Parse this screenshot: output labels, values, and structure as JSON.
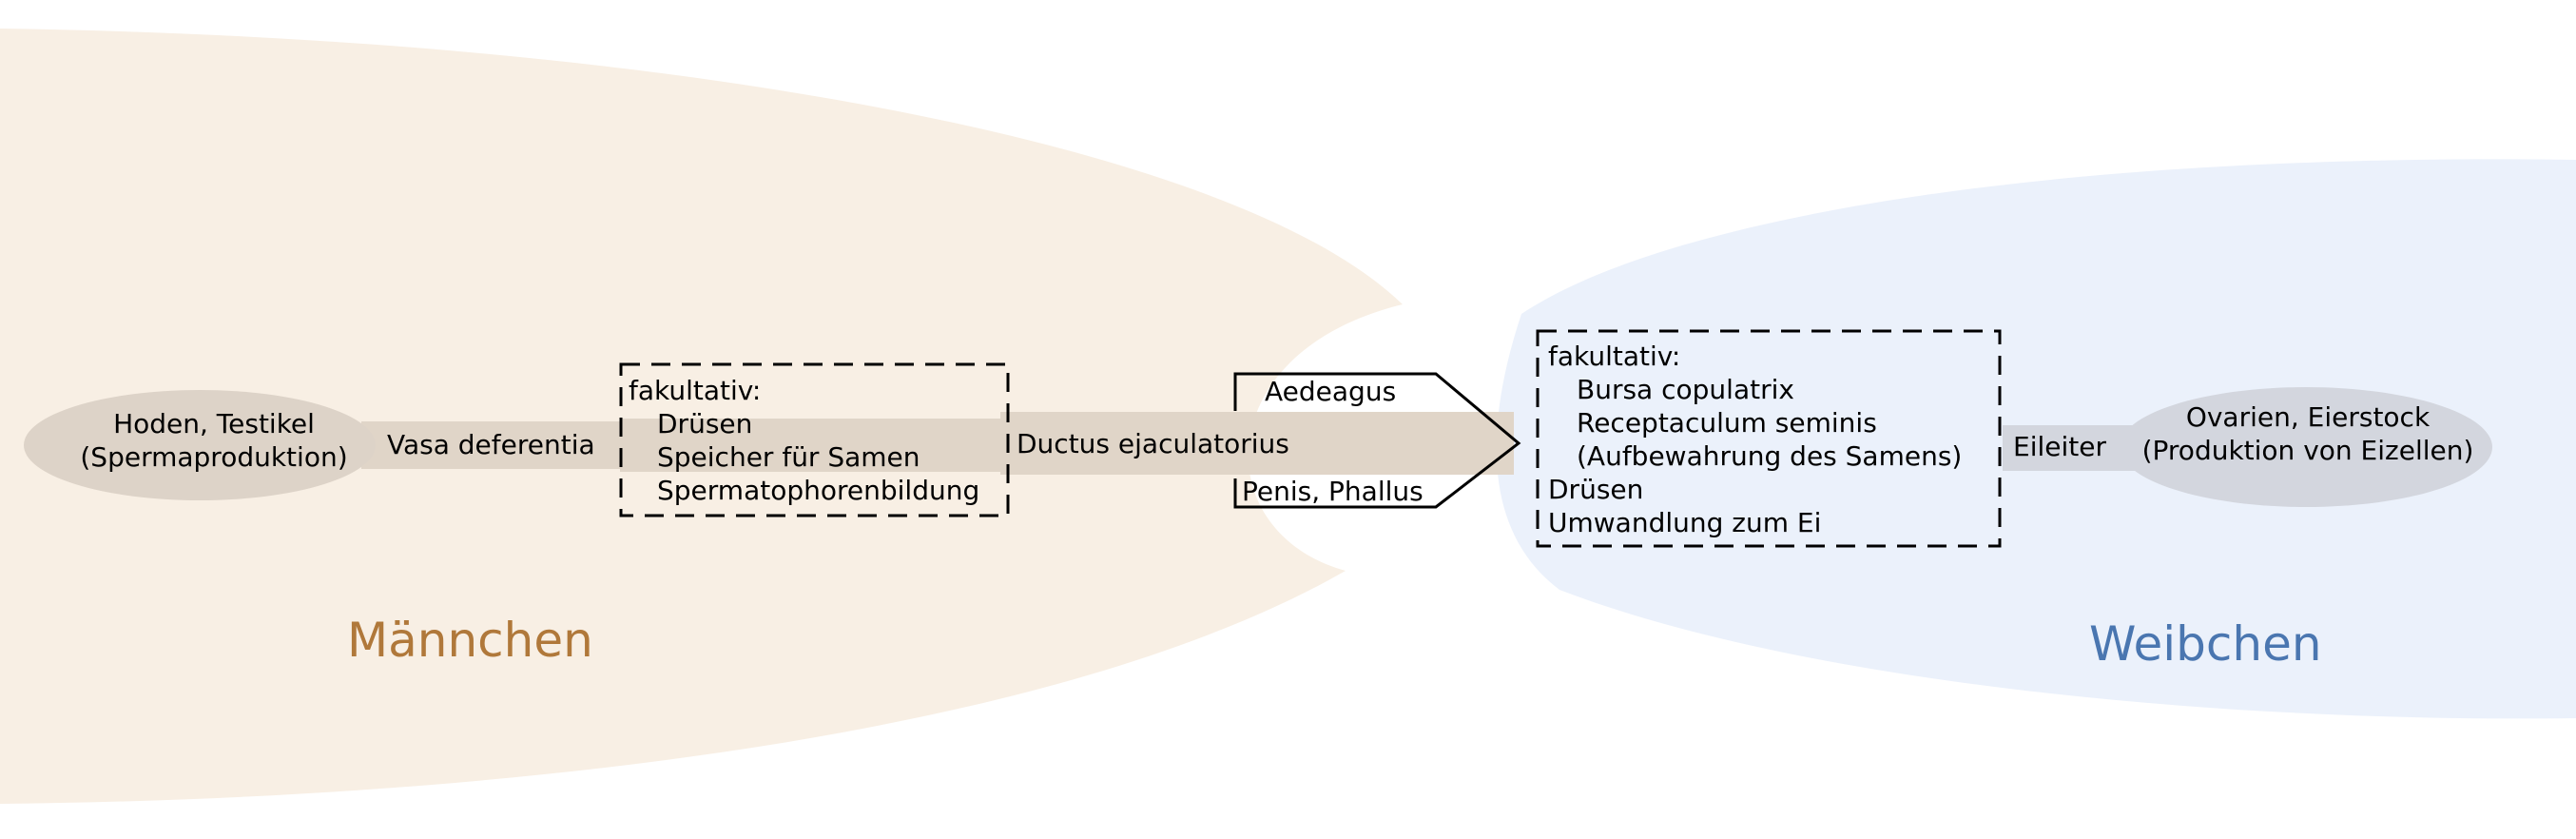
{
  "colors": {
    "male_region": "#f8efe4",
    "female_region": "#ebf1fb",
    "male_label": "#b0783a",
    "female_label": "#4a76b0",
    "duct": "#e0d5c8",
    "testis": "#ddd3c8",
    "ovary": "#d3d6de",
    "female_duct": "#d3d6de"
  },
  "male": {
    "title": "Männchen",
    "testis": {
      "line1": "Hoden, Testikel",
      "line2": "(Spermaproduktion)"
    },
    "vasa": "Vasa deferentia",
    "optional": {
      "heading": "fakultativ:",
      "items": [
        "Drüsen",
        "Speicher für Samen",
        "Spermatophorenbildung"
      ]
    },
    "ductus": "Ductus ejaculatorius",
    "aedeagus": "Aedeagus",
    "penis": "Penis, Phallus"
  },
  "female": {
    "title": "Weibchen",
    "optional": {
      "heading": "fakultativ:",
      "items": [
        "Bursa copulatrix",
        "Receptaculum seminis",
        "(Aufbewahrung des Samens)"
      ],
      "extra": [
        "Drüsen",
        "Umwandlung zum Ei"
      ]
    },
    "oviduct": "Eileiter",
    "ovary": {
      "line1": "Ovarien, Eierstock",
      "line2": "(Produktion von Eizellen)"
    }
  }
}
